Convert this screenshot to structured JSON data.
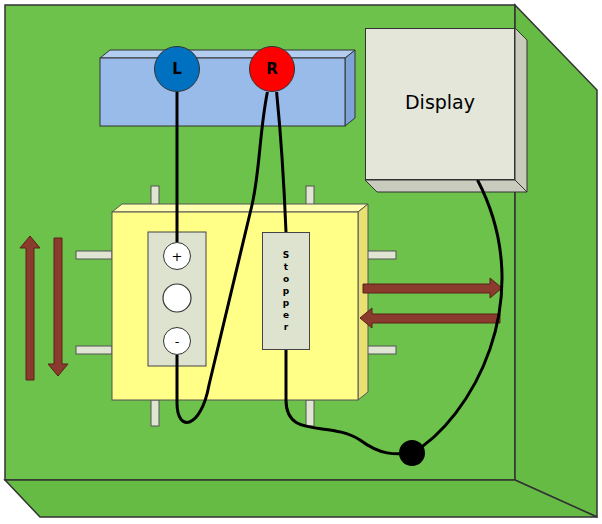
{
  "diagram": {
    "nodes": [
      {
        "text": [
          "L"
        ]
      },
      {
        "text": [
          "R"
        ]
      },
      {
        "text": [
          "Display"
        ]
      },
      {
        "text": [
          "+"
        ]
      },
      {
        "text": [
          "-"
        ]
      },
      {
        "text": [
          "Stopper"
        ]
      }
    ],
    "edges": [
      {
        "from": 0,
        "to": 3,
        "arrow": "none"
      },
      {
        "from": 4,
        "to": 1,
        "arrow": "none"
      },
      {
        "from": 1,
        "to": 5,
        "arrow": "none"
      },
      {
        "from": 5,
        "to": 2,
        "arrow": "none"
      }
    ]
  }
}
